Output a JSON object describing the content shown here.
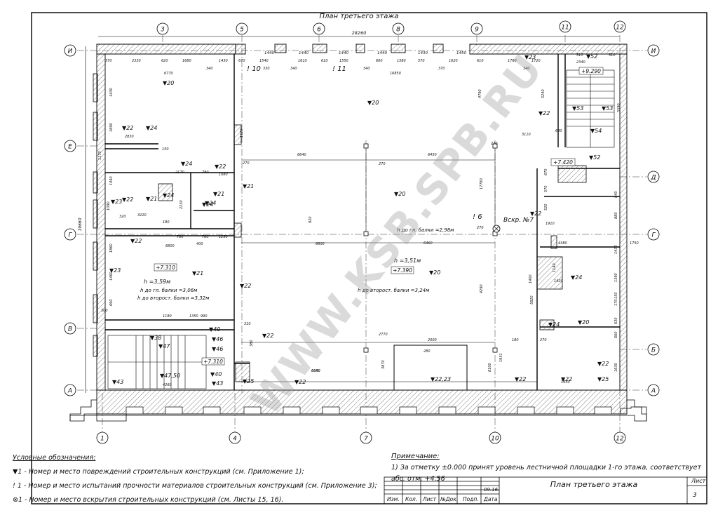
{
  "drawing": {
    "title": "План третьего этажа",
    "watermark": "WWW.KSB.SPB.RU",
    "top_axes": [
      "3",
      "5",
      "6",
      "8",
      "9",
      "11",
      "12"
    ],
    "bottom_axes": [
      "1",
      "4",
      "7",
      "10",
      "12"
    ],
    "left_axes": [
      "И",
      "Е",
      "Г",
      "В",
      "А"
    ],
    "right_axes": [
      "И",
      "Д",
      "Г",
      "Б",
      "А"
    ],
    "overall_width": "28260",
    "overall_height": "19660",
    "dims_top_row1": [
      "1440",
      "1440",
      "1440",
      "1440",
      "1430",
      "1450"
    ],
    "dims_top_row2": [
      "370",
      "2330",
      "620",
      "1680",
      "1430",
      "670",
      "1540",
      "1610",
      "610",
      "1550",
      "600",
      "1580",
      "570",
      "1620",
      "610",
      "1760",
      "1720"
    ],
    "dims_misc": [
      "340",
      "330",
      "340",
      "340",
      "370",
      "340",
      "6770",
      "16850",
      "4790",
      "5240",
      "3110",
      "640",
      "2340",
      "310",
      "310",
      "5590",
      "1430",
      "1690",
      "2830",
      "150",
      "1170",
      "6640",
      "6450",
      "270",
      "270",
      "270",
      "2170",
      "780",
      "1080",
      "1440",
      "2230",
      "1090",
      "3220",
      "320",
      "180",
      "780",
      "780",
      "1250",
      "400",
      "6800",
      "6600",
      "6460",
      "270",
      "4380",
      "1860",
      "1460",
      "690",
      "1180",
      "1350",
      "300",
      "990",
      "310",
      "6640",
      "2000",
      "180",
      "270",
      "2770",
      "3870",
      "280",
      "1951",
      "8100",
      "6650",
      "4260",
      "1940",
      "1630",
      "380",
      "1750",
      "1400",
      "5820",
      "4290",
      "17780",
      "920",
      "840",
      "880",
      "670",
      "570",
      "520",
      "1120",
      "1910",
      "1140",
      "1420",
      "1430",
      "1390",
      "630",
      "170",
      "150",
      "660"
    ],
    "rooms": [
      {
        "label": "▼20"
      },
      {
        "label": "▼22"
      },
      {
        "label": "▼24"
      },
      {
        "label": "▼24"
      },
      {
        "label": "▼22"
      },
      {
        "label": "▼21"
      },
      {
        "label": "▼24"
      },
      {
        "label": "▼24"
      },
      {
        "label": "▼21"
      },
      {
        "label": "▼24"
      },
      {
        "label": "▼22"
      },
      {
        "label": "▼21"
      },
      {
        "label": "▼23"
      },
      {
        "label": "▼21"
      },
      {
        "label": "▼23"
      },
      {
        "label": "▼22"
      },
      {
        "label": "▼38"
      },
      {
        "label": "▼47"
      },
      {
        "label": "▼46"
      },
      {
        "label": "▼40"
      },
      {
        "label": "▼46"
      },
      {
        "label": "▼47,50"
      },
      {
        "label": "▼40"
      },
      {
        "label": "▼43"
      },
      {
        "label": "▼43"
      },
      {
        "label": "▼25"
      },
      {
        "label": "▼22"
      },
      {
        "label": "▼22"
      },
      {
        "label": "▼22,23"
      },
      {
        "label": "▼22"
      },
      {
        "label": "▼20"
      },
      {
        "label": "▼20"
      },
      {
        "label": "▼20"
      },
      {
        "label": "▼22"
      },
      {
        "label": "▼23"
      },
      {
        "label": "▼52"
      },
      {
        "label": "▼53"
      },
      {
        "label": "▼53"
      },
      {
        "label": "▼54"
      },
      {
        "label": "▼52"
      },
      {
        "label": "▼22"
      },
      {
        "label": "▼24"
      },
      {
        "label": "▼24"
      },
      {
        "label": "▼20"
      },
      {
        "label": "▼22"
      },
      {
        "label": "▼22"
      },
      {
        "label": "▼25"
      },
      {
        "label": "▼22"
      }
    ],
    "marks": {
      "t10": "! 10",
      "t11": "! 11",
      "t6": "! 6",
      "vskr": "Вскр. №7",
      "h_top_left": "+9.290",
      "h_stair": "+7.420",
      "h_room": "+7.310",
      "h_hall": "+7.390",
      "h_lobby": "+7.310",
      "h1": "h =3,59м",
      "h1a": "h до гл. балки =3,06м",
      "h1b": "h до второст. балки =3,32м",
      "h2": "h до гл. балки =2,98м",
      "h3": "h =3,51м",
      "h3b": "h до второст. балки =3,24м"
    }
  },
  "legend": {
    "header": "Условные обозначения:",
    "item1": "1 - Номер и место повреждений строительных конструкций (см. Приложение 1);",
    "item2": "1 - Номер и место испытаний прочности материалов строительных конструкций (см. Приложение 3);",
    "item3": "1 - Номер и место вскрытия строительных конструкций (см. Листы 15, 16)."
  },
  "note": {
    "header": "Примечание:",
    "text": "1) За отметку ±0.000 принят уровень лестничной площадки 1-го этажа, соответствует абс. отм. +4.56"
  },
  "title_block": {
    "title": "План третьего этажа",
    "sheet_label": "Лист",
    "sheet_number": "3",
    "date": "09.16.",
    "col_izm": "Изм.",
    "col_kol": "Кол.",
    "col_list": "Лист",
    "col_ndok": "№Док.",
    "col_podp": "Подп.",
    "col_data": "Дата"
  }
}
